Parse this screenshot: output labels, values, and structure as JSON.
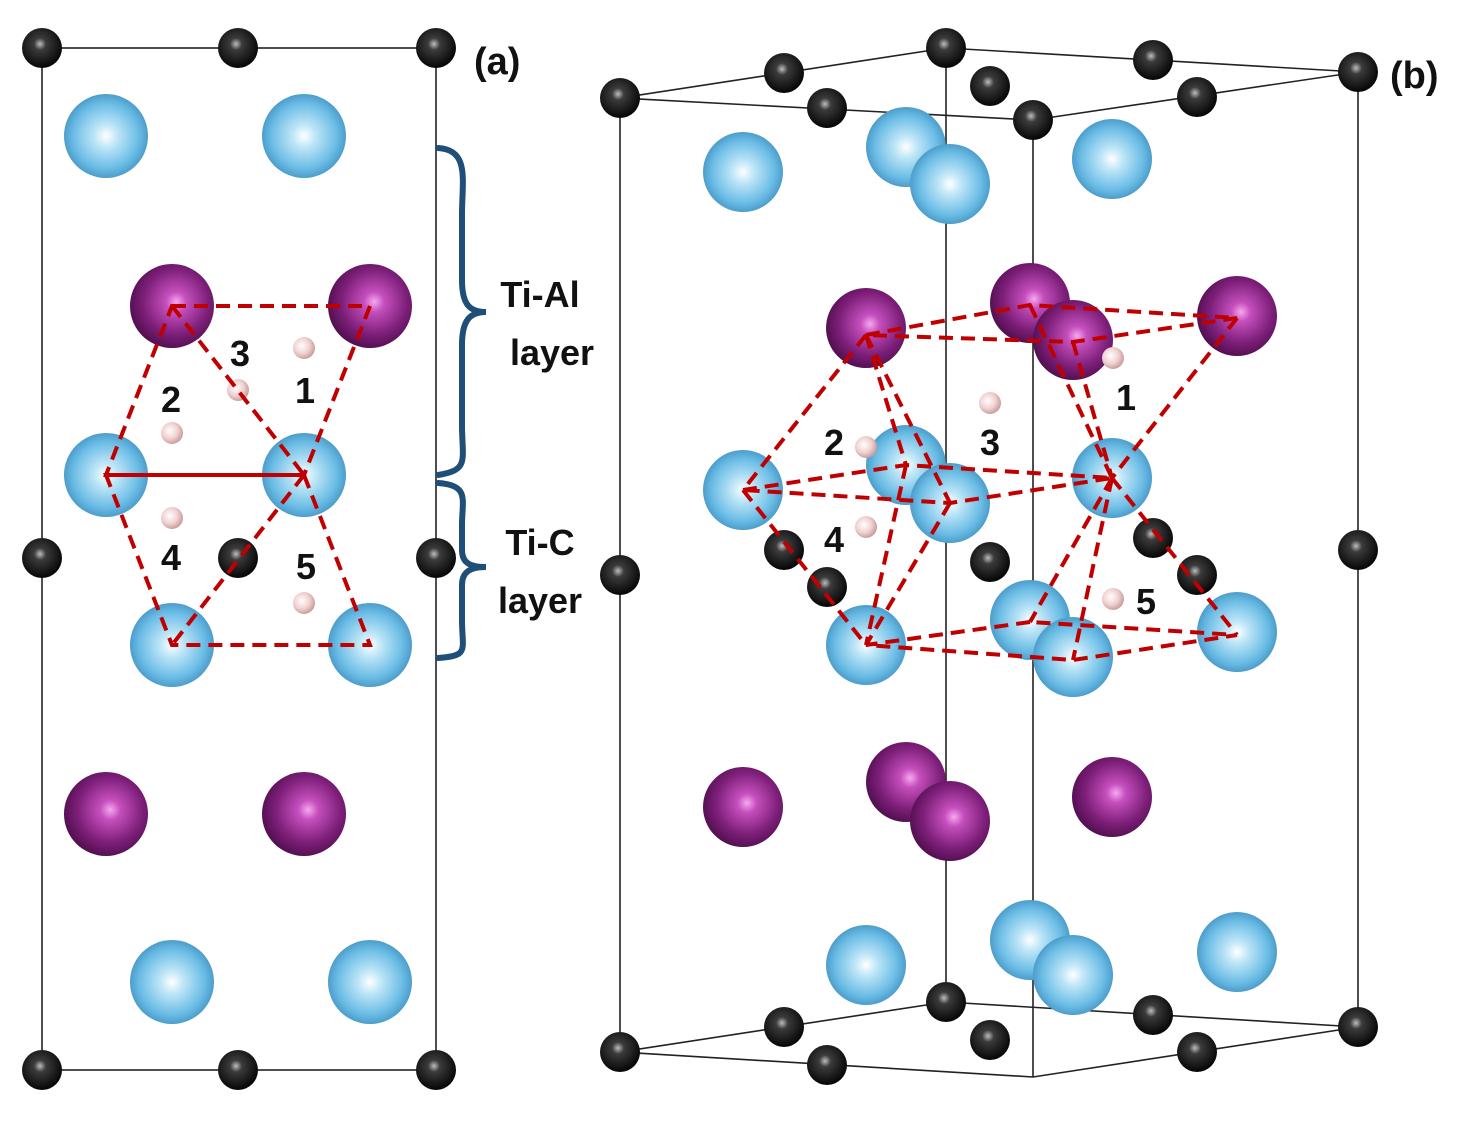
{
  "panel_a": {
    "label": "(a)",
    "sites": [
      "1",
      "2",
      "3",
      "4",
      "5"
    ],
    "layers": {
      "ti_al": [
        "Ti-Al",
        "layer"
      ],
      "ti_c": [
        "Ti-C",
        "layer"
      ]
    }
  },
  "panel_b": {
    "label": "(b)",
    "sites": [
      "1",
      "2",
      "3",
      "4",
      "5"
    ]
  },
  "colors": {
    "carbon_atom": "#111111",
    "titanium_atom": "#6ec3ea",
    "aluminum_atom": "#7a1a78",
    "interstitial_site": "#f4d6d6",
    "polyhedron_edge": "#c00000",
    "layer_brace": "#1f4e79"
  }
}
